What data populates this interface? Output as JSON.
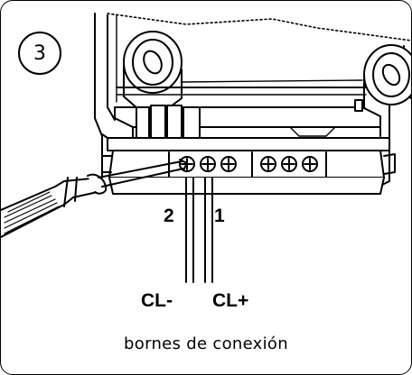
{
  "step": {
    "number": "3"
  },
  "terminals": {
    "left_number": "2",
    "right_number": "1",
    "left_label": "CL-",
    "right_label": "CL+"
  },
  "caption": "bornes de conexión",
  "icons": [
    "screwdriver-icon",
    "terminal-block-icon",
    "screw-icon"
  ]
}
